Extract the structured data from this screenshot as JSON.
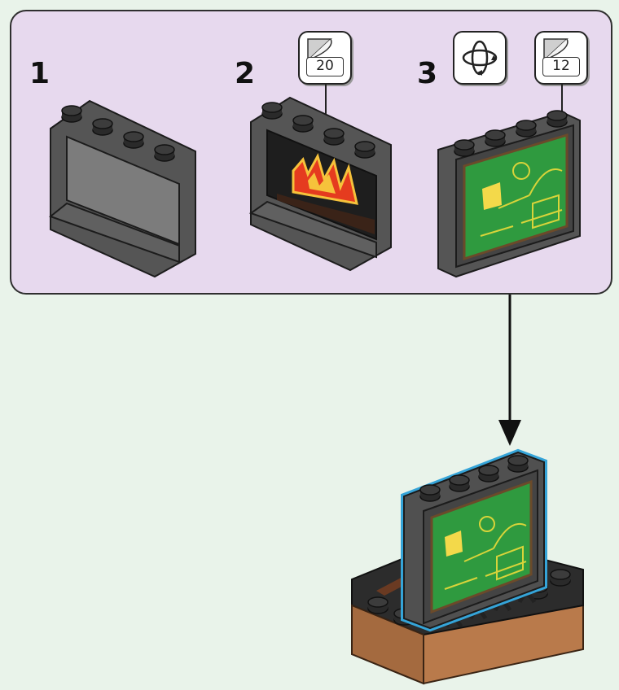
{
  "steps": [
    {
      "number": "1"
    },
    {
      "number": "2",
      "sticker_count": "20"
    },
    {
      "number": "3",
      "sticker_count": "12"
    }
  ],
  "icons": {
    "sticker": "sticker-sheet-icon",
    "rotate": "rotate-icon",
    "arrow": "down-arrow-icon"
  },
  "colors": {
    "panel_bg": "#e7d9ee",
    "page_bg": "#e9f3ea",
    "brick_gray": "#5a5a5a",
    "green_screen": "#2f9a3f",
    "highlight": "#35a4d8",
    "fire": "#e53b1f"
  }
}
